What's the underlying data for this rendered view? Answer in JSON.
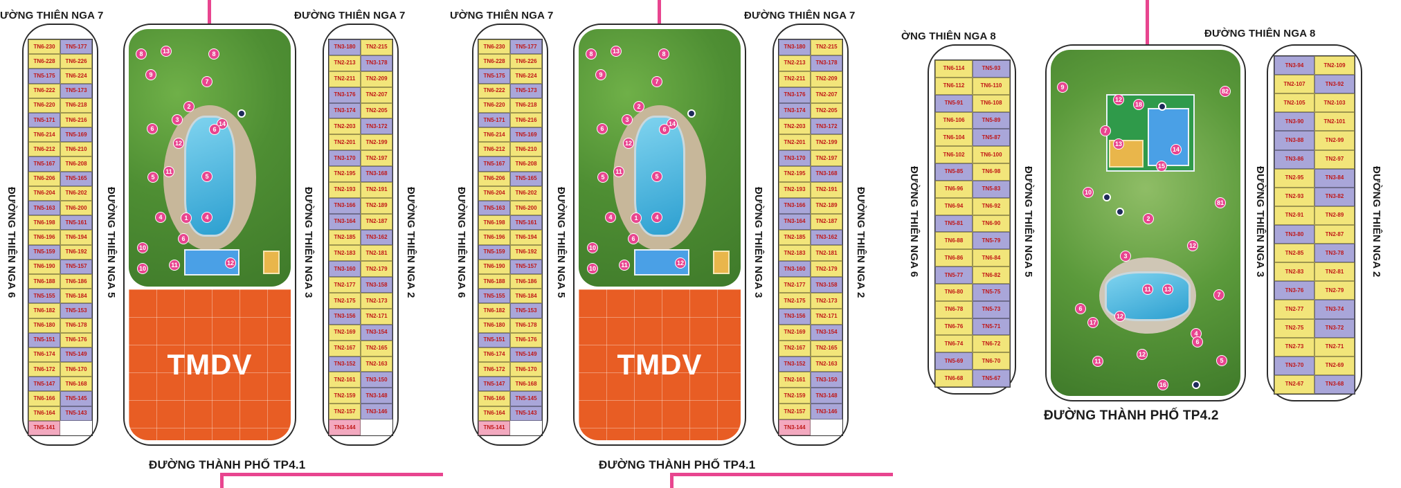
{
  "panels": [
    {
      "roads": {
        "top_left": "ƯỜNG THIÊN NGA 7",
        "top_right": "ĐƯỜNG THIÊN NGA 7",
        "left": "ĐƯỜNG THIÊN NGA 6",
        "mid": "ĐƯỜNG THIÊN NGA 5",
        "right_inner": "ĐƯỜNG THIÊN NGA 3",
        "right_outer": "ĐƯỜNG THIÊN NGA 2",
        "bottom": "ĐƯỜNG THÀNH PHỐ TP4.1"
      },
      "tmdv_label": "TMDV",
      "lots_left": [
        "TN6-230",
        "TN5-177",
        "TN6-228",
        "TN6-226",
        "TN5-175",
        "TN6-224",
        "TN6-222",
        "TN5-173",
        "TN6-220",
        "TN6-218",
        "TN5-171",
        "TN6-216",
        "TN6-214",
        "TN5-169",
        "TN6-212",
        "TN6-210",
        "TN5-167",
        "TN6-208",
        "TN6-206",
        "TN5-165",
        "TN6-204",
        "TN6-202",
        "TN5-163",
        "TN6-200",
        "TN6-198",
        "TN5-161",
        "TN6-196",
        "TN6-194",
        "TN5-159",
        "TN6-192",
        "TN6-190",
        "TN5-157",
        "TN6-188",
        "TN6-186",
        "TN5-155",
        "TN6-184",
        "TN6-182",
        "TN5-153",
        "TN6-180",
        "TN6-178",
        "TN5-151",
        "TN6-176",
        "TN6-174",
        "TN5-149",
        "TN6-172",
        "TN6-170",
        "TN5-147",
        "TN6-168",
        "TN6-166",
        "TN5-145",
        "TN6-164",
        "TN5-143",
        "TN5-141"
      ],
      "lots_right": [
        "TN3-180",
        "TN2-215",
        "TN2-213",
        "TN3-178",
        "TN2-211",
        "TN2-209",
        "TN3-176",
        "TN2-207",
        "TN3-174",
        "TN2-205",
        "TN2-203",
        "TN3-172",
        "TN2-201",
        "TN2-199",
        "TN3-170",
        "TN2-197",
        "TN2-195",
        "TN3-168",
        "TN2-193",
        "TN2-191",
        "TN3-166",
        "TN2-189",
        "TN3-164",
        "TN2-187",
        "TN2-185",
        "TN3-162",
        "TN2-183",
        "TN2-181",
        "TN3-160",
        "TN2-179",
        "TN2-177",
        "TN3-158",
        "TN2-175",
        "TN2-173",
        "TN3-156",
        "TN2-171",
        "TN2-169",
        "TN3-154",
        "TN2-167",
        "TN2-165",
        "TN3-152",
        "TN2-163",
        "TN2-161",
        "TN3-150",
        "TN2-159",
        "TN3-148",
        "TN2-157",
        "TN3-146",
        "TN3-144"
      ]
    },
    {
      "roads": {
        "top_left": "ƯỜNG THIÊN NGA 7",
        "top_right": "ĐƯỜNG THIÊN NGA 7",
        "left": "ĐƯỜNG THIÊN NGA 6",
        "mid": "ĐƯỜNG THIÊN NGA 5",
        "right_inner": "ĐƯỜNG THIÊN NGA 3",
        "right_outer": "ĐƯỜNG THIÊN NGA 2",
        "bottom": "ĐƯỜNG THÀNH PHỐ TP4.1"
      },
      "tmdv_label": "TMDV"
    },
    {
      "roads": {
        "top_left": "ỜNG THIÊN NGA 8",
        "top_right": "ĐƯỜNG THIÊN NGA 8",
        "left": "ĐƯỜNG THIÊN NGA 6",
        "mid": "ĐƯỜNG THIÊN NGA 5",
        "right_inner": "ĐƯỜNG THIÊN NGA 3",
        "right_outer": "ĐƯỜNG THIÊN NGA 2",
        "bottom": "ĐƯỜNG THÀNH PHỐ TP4.2"
      },
      "lots_left": [
        "TN6-114",
        "TN5-93",
        "TN6-112",
        "TN6-110",
        "TN5-91",
        "TN6-108",
        "TN6-106",
        "TN5-89",
        "TN6-104",
        "TN5-87",
        "TN6-102",
        "TN6-100",
        "TN5-85",
        "TN6-98",
        "TN6-96",
        "TN5-83",
        "TN6-94",
        "TN6-92",
        "TN5-81",
        "TN6-90",
        "TN6-88",
        "TN5-79",
        "TN6-86",
        "TN6-84",
        "TN5-77",
        "TN6-82",
        "TN6-80",
        "TN5-75",
        "TN6-78",
        "TN5-73",
        "TN6-76",
        "TN5-71",
        "TN6-74",
        "TN6-72",
        "TN5-69",
        "TN6-70",
        "TN6-68",
        "TN5-67"
      ],
      "lots_right": [
        "TN3-94",
        "TN2-109",
        "TN2-107",
        "TN3-92",
        "TN2-105",
        "TN2-103",
        "TN3-90",
        "TN2-101",
        "TN3-88",
        "TN2-99",
        "TN3-86",
        "TN2-97",
        "TN2-95",
        "TN3-84",
        "TN2-93",
        "TN3-82",
        "TN2-91",
        "TN2-89",
        "TN3-80",
        "TN2-87",
        "TN2-85",
        "TN3-78",
        "TN2-83",
        "TN2-81",
        "TN3-76",
        "TN2-79",
        "TN2-77",
        "TN3-74",
        "TN2-75",
        "TN3-72",
        "TN2-73",
        "TN2-71",
        "TN3-70",
        "TN2-69",
        "TN2-67",
        "TN3-68"
      ]
    }
  ],
  "markers": [
    "1",
    "2",
    "3",
    "4",
    "5",
    "6",
    "7",
    "8",
    "9",
    "10",
    "11",
    "12",
    "13",
    "14",
    "15",
    "16",
    "17",
    "18"
  ],
  "colors": {
    "accent_pink": "#e8458f",
    "tmdv_orange": "#e85d24",
    "lot_yellow": "#f2e57a",
    "lot_purple": "#a9a6d9"
  }
}
